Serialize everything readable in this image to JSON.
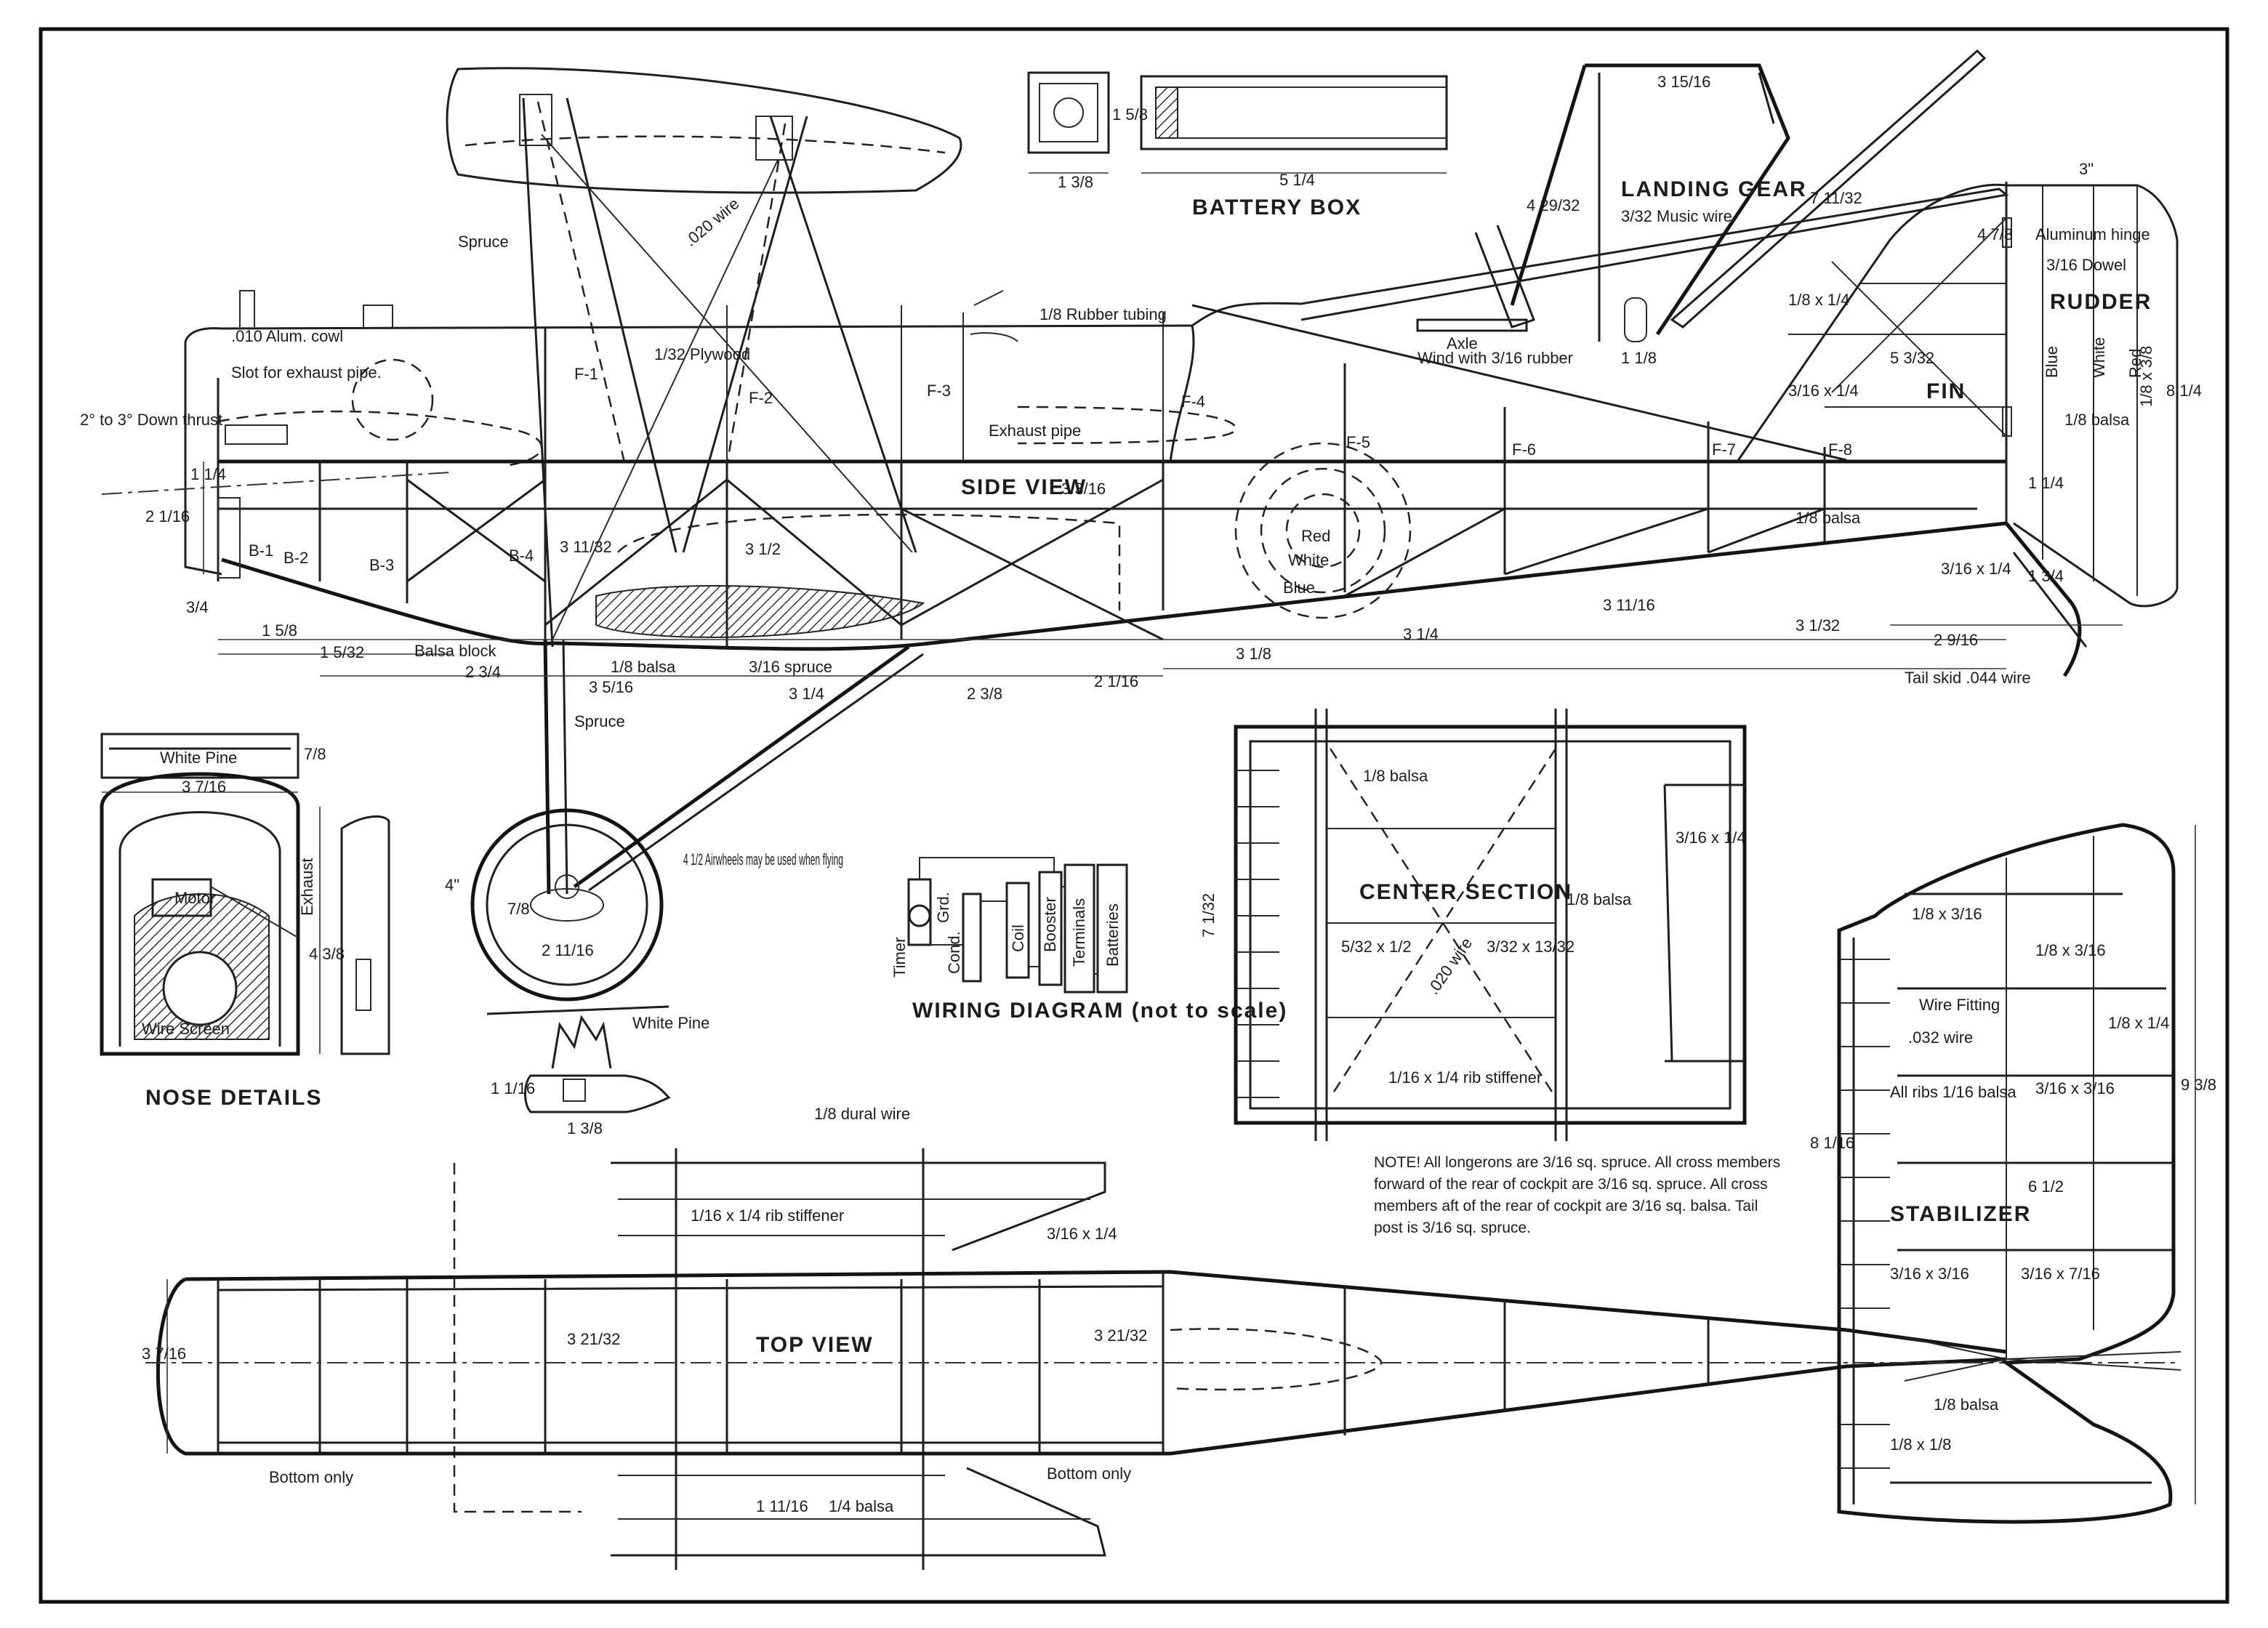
{
  "labels": {
    "side_view": "SIDE VIEW",
    "top_view": "TOP VIEW",
    "center_section": "CENTER SECTION",
    "stabilizer": "STABILIZER",
    "battery_box": "BATTERY BOX",
    "landing_gear": "LANDING GEAR",
    "landing_gear_wire": "3/32 Music wire",
    "nose_details": "NOSE DETAILS",
    "wiring_diagram": "WIRING DIAGRAM (not to scale)",
    "fin": "FIN",
    "rudder": "RUDDER",
    "down_thrust": "2° to 3° Down thrust",
    "alum_cowl": ".010 Alum. cowl",
    "exhaust_slot": "Slot for exhaust pipe.",
    "plywood": "1/32 Plywood",
    "spruce": "Spruce",
    "wire_020": ".020 wire",
    "rubber_tubing": "1/8 Rubber tubing",
    "exhaust_pipe": "Exhaust pipe",
    "axle": "Axle",
    "axle_note": "Wind with 3/16 rubber",
    "aluminum_hinge": "Aluminum hinge",
    "dowel": "3/16 Dowel",
    "rudder_blue": "Blue",
    "rudder_white": "White",
    "rudder_red": "Red",
    "roundel_red": "Red",
    "roundel_white": "White",
    "roundel_blue": "Blue",
    "balsa_block": "Balsa block",
    "balsa": "1/8 balsa",
    "spruce_316": "3/16 spruce",
    "airwheels": "4 1/2 Airwheels may be used when flying",
    "tail_skid": "Tail skid .044 wire",
    "white_pine": "White Pine",
    "white_pine_2": "White Pine",
    "motor": "Motor",
    "exhaust": "Exhaust",
    "wire_screen": "Wire Screen",
    "rib_stiffener": "1/16 x 1/4 rib stiffener",
    "rib_stiffener_2": "1/16 x 1/4 rib stiffener",
    "dural_wire": "1/8 dural wire",
    "bottom_only_1": "Bottom only",
    "bottom_only_2": "Bottom only",
    "wire_fitting": "Wire Fitting",
    "wire_032": ".032 wire",
    "all_ribs": "All ribs 1/16 balsa",
    "timer": "Timer",
    "cond": "Cond.",
    "gnd": "Grd.",
    "coil": "Coil",
    "booster": "Booster",
    "terminals": "Terminals",
    "batteries": "Batteries",
    "cs_wire": ".020 wire",
    "cs_balsa": "1/8 balsa",
    "stab_balsa": "1/8 balsa",
    "fin_balsa": "1/8 balsa",
    "rudder_balsa": "1/8 balsa",
    "tail_balsa": "1/8 balsa",
    "top_balsa": "1/4 balsa"
  },
  "formers": [
    "F-1",
    "F-2",
    "F-3",
    "F-4",
    "F-5",
    "F-6",
    "F-7",
    "F-8"
  ],
  "bulkheads": [
    "B-1",
    "B-2",
    "B-3",
    "B-4"
  ],
  "note": "NOTE! All longerons are 3/16 sq. spruce. All cross members forward of the rear of cockpit are 3/16 sq. spruce. All cross members aft of the rear of cockpit are 3/16 sq. balsa. Tail post is 3/16 sq. spruce.",
  "dimensions": {
    "fuselage_depth_a": "1 1/4",
    "fuselage_depth_b": "2 1/16",
    "nose_bottom": "3/4",
    "d1": "1 5/8",
    "d2": "1 5/32",
    "d3": "2 3/4",
    "d4": "3 5/16",
    "d5": "3 1/4",
    "d6": "2 3/8",
    "d7": "2 1/16",
    "d8": "3 1/8",
    "d9": "3 1/4",
    "d10": "3 11/16",
    "d11": "3 1/32",
    "d12": "2 9/16",
    "h1": "3 11/32",
    "h2": "3 1/2",
    "h3": "3 3/16",
    "tail_post": "1 3/4",
    "tail_gap": "1 1/4",
    "wheel_dia": "4\"",
    "wheel_hub": "2 11/16",
    "wheel_axle": "7/8",
    "battery_len": "5 1/4",
    "battery_w": "1 3/8",
    "battery_h": "1 5/8",
    "gear_width": "3 15/16",
    "gear_height": "4 29/32",
    "gear_strut": "7 11/32",
    "gear_foot": "1 1/8",
    "fin_width": "3\"",
    "fin_top": "4 7/8",
    "fin_mid": "5 3/32",
    "fin_h": "8 1/4",
    "rudder_strip": "1/8 x 3/8",
    "fin_rib": "1/8 x 1/4",
    "fin_rib_2": "3/16 x 1/4",
    "fin_rib_3": "3/16 x 1/4",
    "nose_pine": "7/8",
    "nose_w": "3 7/16",
    "nose_h": "4 3/8",
    "plug_h": "1 1/16",
    "plug_w": "1 3/8",
    "cs_span": "7 1/32",
    "cs_strut": "3/16 x 1/4",
    "cs_rib": "5/32 x 1/2",
    "cs_rib_2": "3/32 x 13/32",
    "top_width": "3 7/16",
    "top_width_2": "3 21/32",
    "top_width_3": "3 21/32",
    "top_strut": "3/16 x 1/4",
    "top_bottom": "1 11/16",
    "stab_span": "8 1/16",
    "stab_h": "9 3/8",
    "stab_chord": "6 1/2",
    "stab_rib_a": "1/8 x 3/16",
    "stab_rib_b": "1/8 x 3/16",
    "stab_rib_c": "1/8 x 1/4",
    "stab_rib_d": "3/16 x 3/16",
    "stab_rib_e": "3/16 x 3/16",
    "stab_rib_f": "3/16 x 7/16",
    "stab_rib_g": "1/8 x 1/8"
  }
}
